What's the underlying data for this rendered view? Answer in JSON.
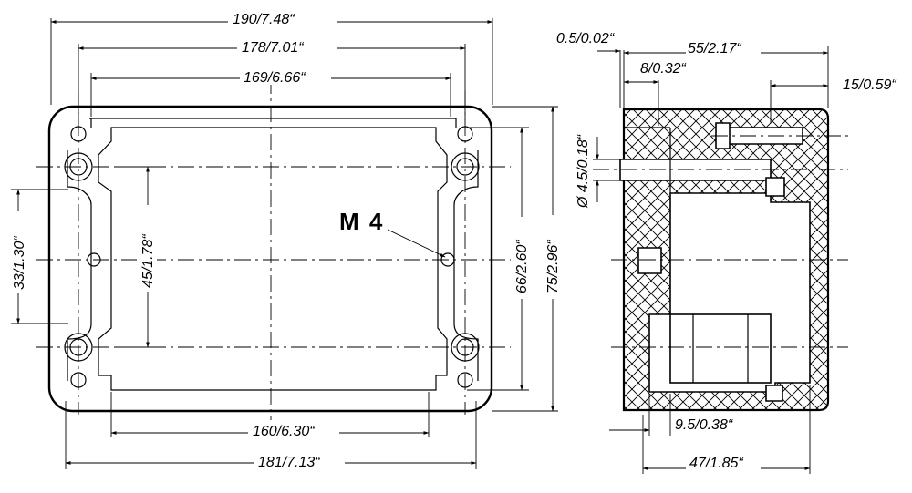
{
  "front_view": {
    "dim_overall_width": "190/7.48“",
    "dim_hole_spacing": "178/7.01“",
    "dim_inner_width": "169/6.66“",
    "dim_bottom_width": "160/6.30“",
    "dim_base_width": "181/7.13“",
    "dim_left_height": "33/1.30“",
    "dim_inner_height": "45/1.78“",
    "dim_hole_height": "66/2.60“",
    "dim_overall_height": "75/2.96“",
    "thread_label": "M 4"
  },
  "side_view": {
    "dim_gap": "0.5/0.02“",
    "dim_depth": "55/2.17“",
    "dim_flange": "8/0.32“",
    "dim_right": "15/0.59“",
    "dim_hole_dia": "Ø 4.5/0.18“",
    "dim_inner_offset": "9.5/0.38“",
    "dim_inner_depth": "47/1.85“"
  }
}
